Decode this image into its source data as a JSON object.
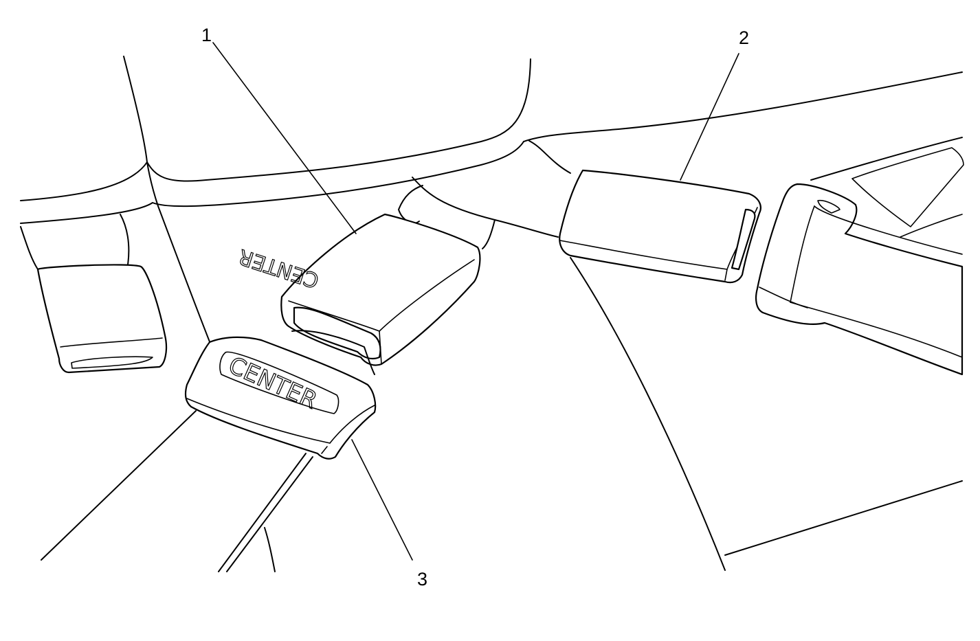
{
  "callouts": [
    {
      "id": "1",
      "label": "1"
    },
    {
      "id": "2",
      "label": "2"
    },
    {
      "id": "3",
      "label": "3"
    }
  ],
  "buckle_marking": "CENTER",
  "latch_marking": "CENTER"
}
